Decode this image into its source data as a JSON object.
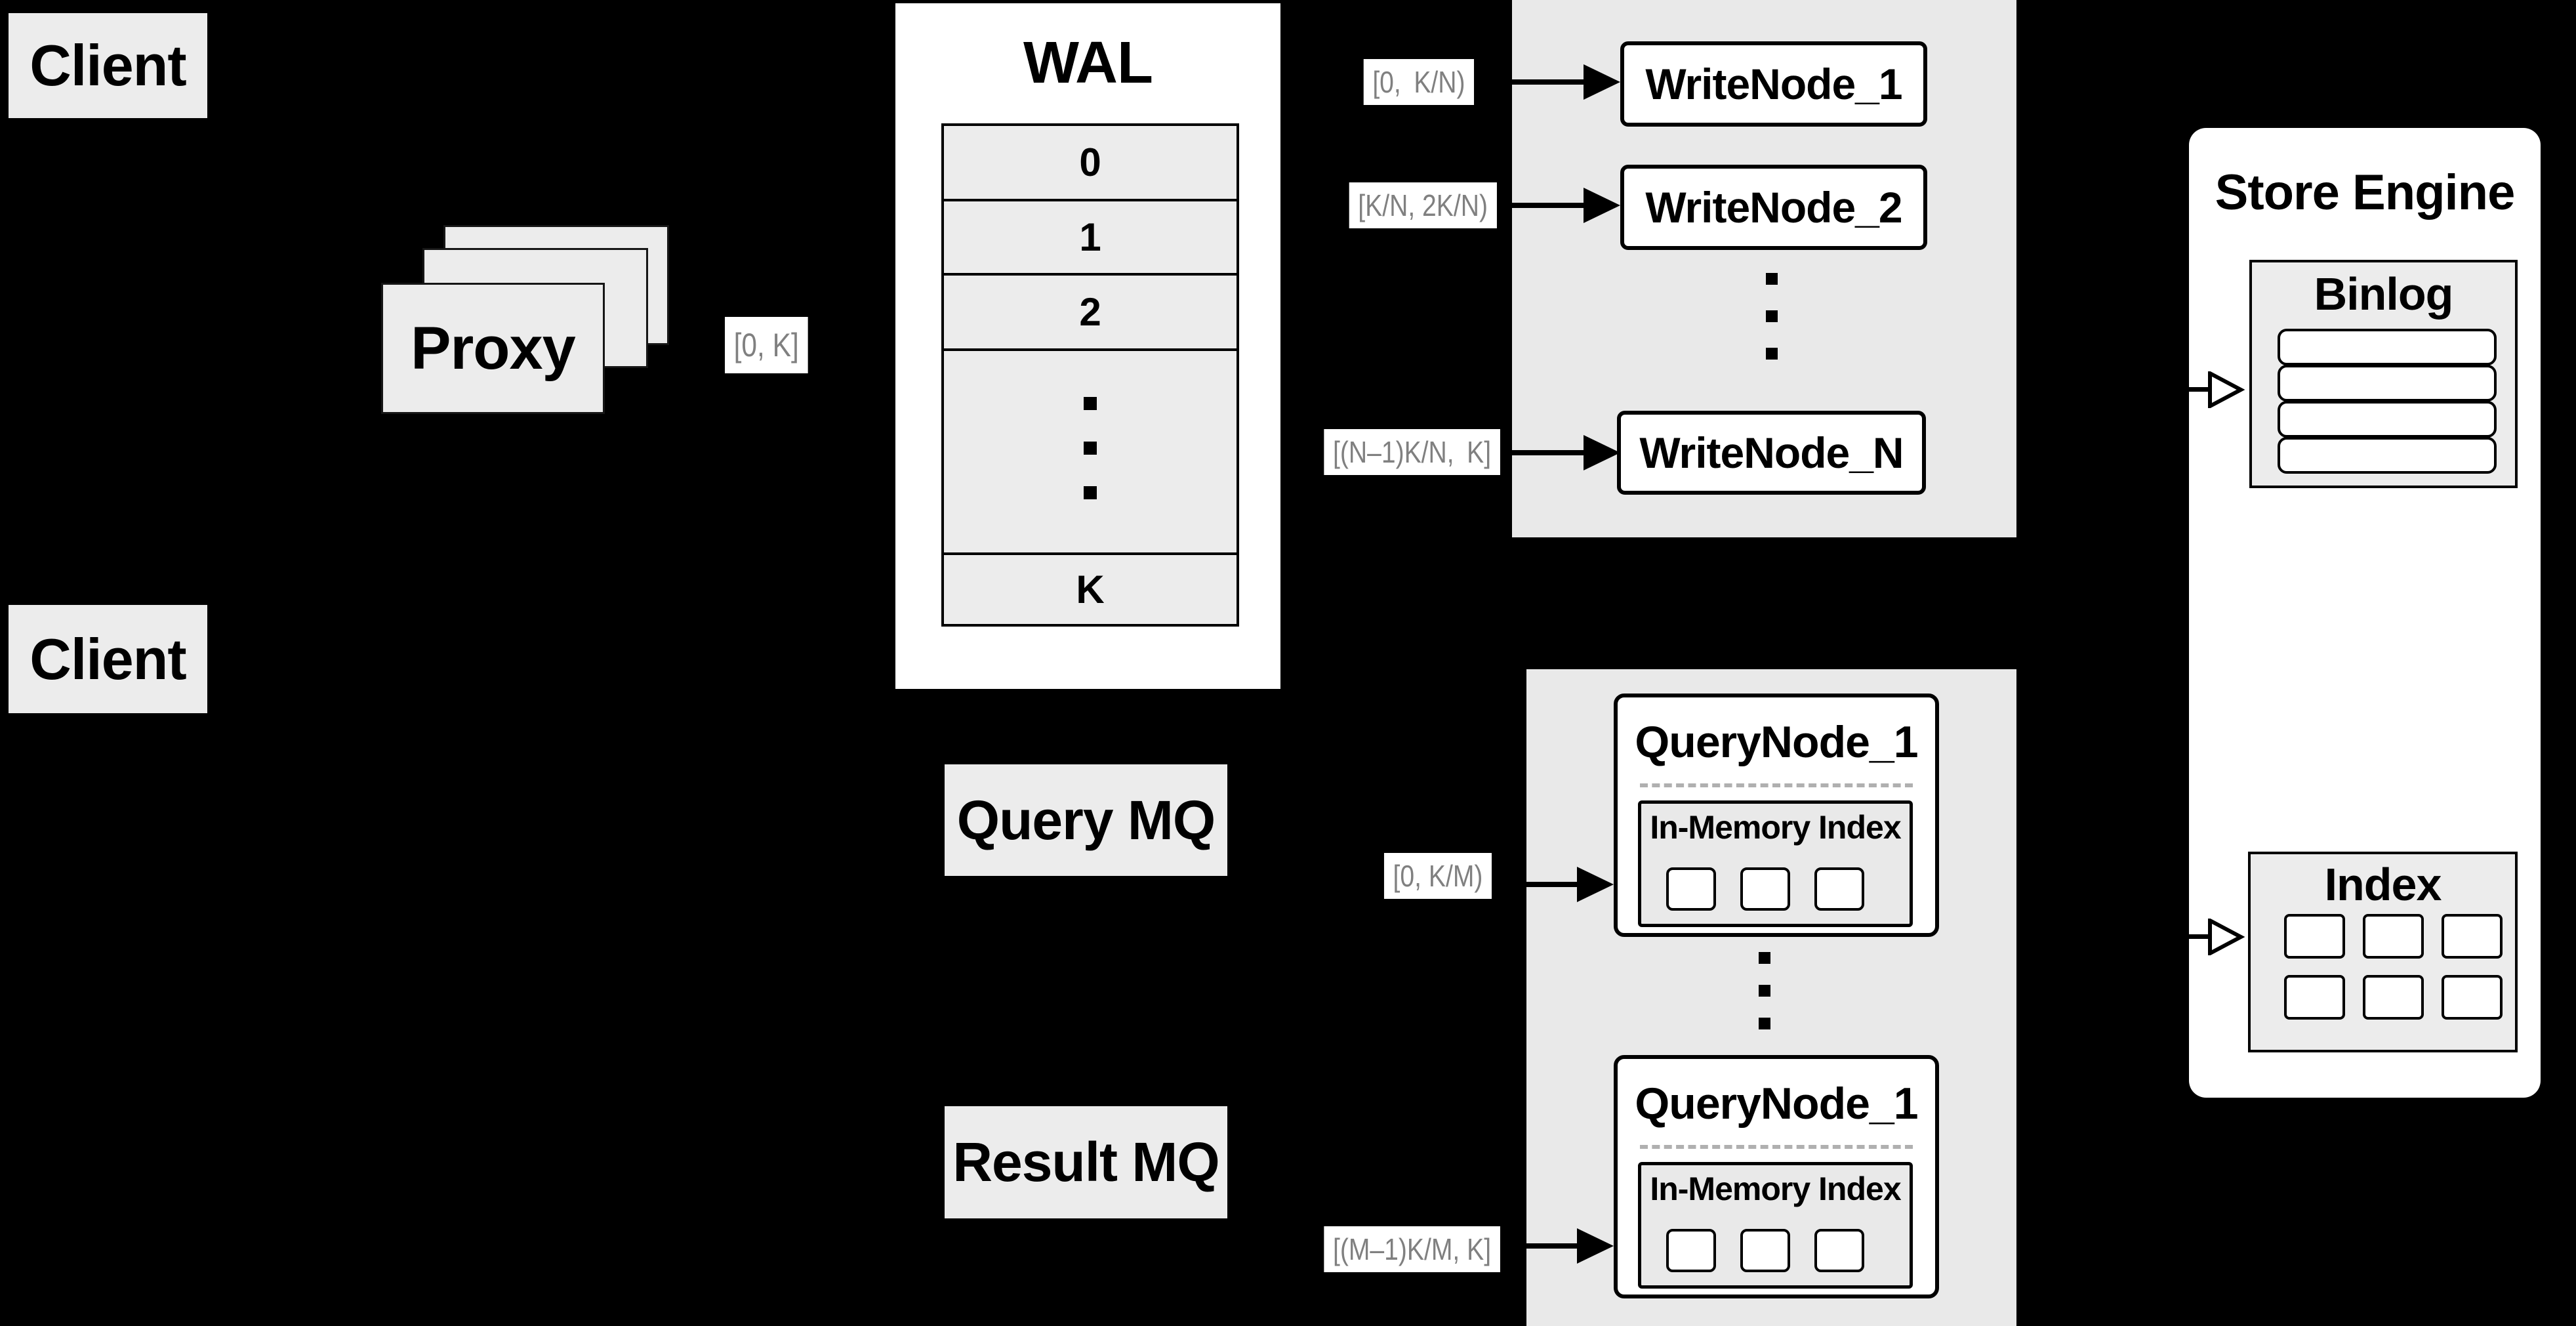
{
  "clients": {
    "top_label": "Client",
    "bottom_label": "Client"
  },
  "proxy": {
    "label": "Proxy",
    "range_out": "[0, K]"
  },
  "wal": {
    "title": "WAL",
    "rows": [
      "0",
      "1",
      "2"
    ],
    "bottom_row": "K"
  },
  "write_cluster": {
    "labels": [
      "[0, K/N)",
      "[K/N, 2K/N)",
      "[(N–1)K/N, K]"
    ],
    "nodes": [
      "WriteNode_1",
      "WriteNode_2",
      "WriteNode_N"
    ]
  },
  "query_cluster": {
    "labels": [
      "[0, K/M)",
      "[(M–1)K/M, K]"
    ],
    "nodes": [
      {
        "title": "QueryNode_1",
        "subtitle": "In-Memory Index"
      },
      {
        "title": "QueryNode_1",
        "subtitle": "In-Memory Index"
      }
    ]
  },
  "mq": {
    "query_label": "Query MQ",
    "result_label": "Result MQ"
  },
  "store_engine": {
    "title": "Store Engine",
    "binlog_title": "Binlog",
    "index_title": "Index"
  },
  "colors": {
    "background": "#000000",
    "box_fill": "#ececec",
    "panel_fill": "#e9e9e9",
    "node_fill": "#ffffff",
    "border": "#000000",
    "range_label_text": "#808080",
    "dashed_divider": "#b0b0b0"
  }
}
